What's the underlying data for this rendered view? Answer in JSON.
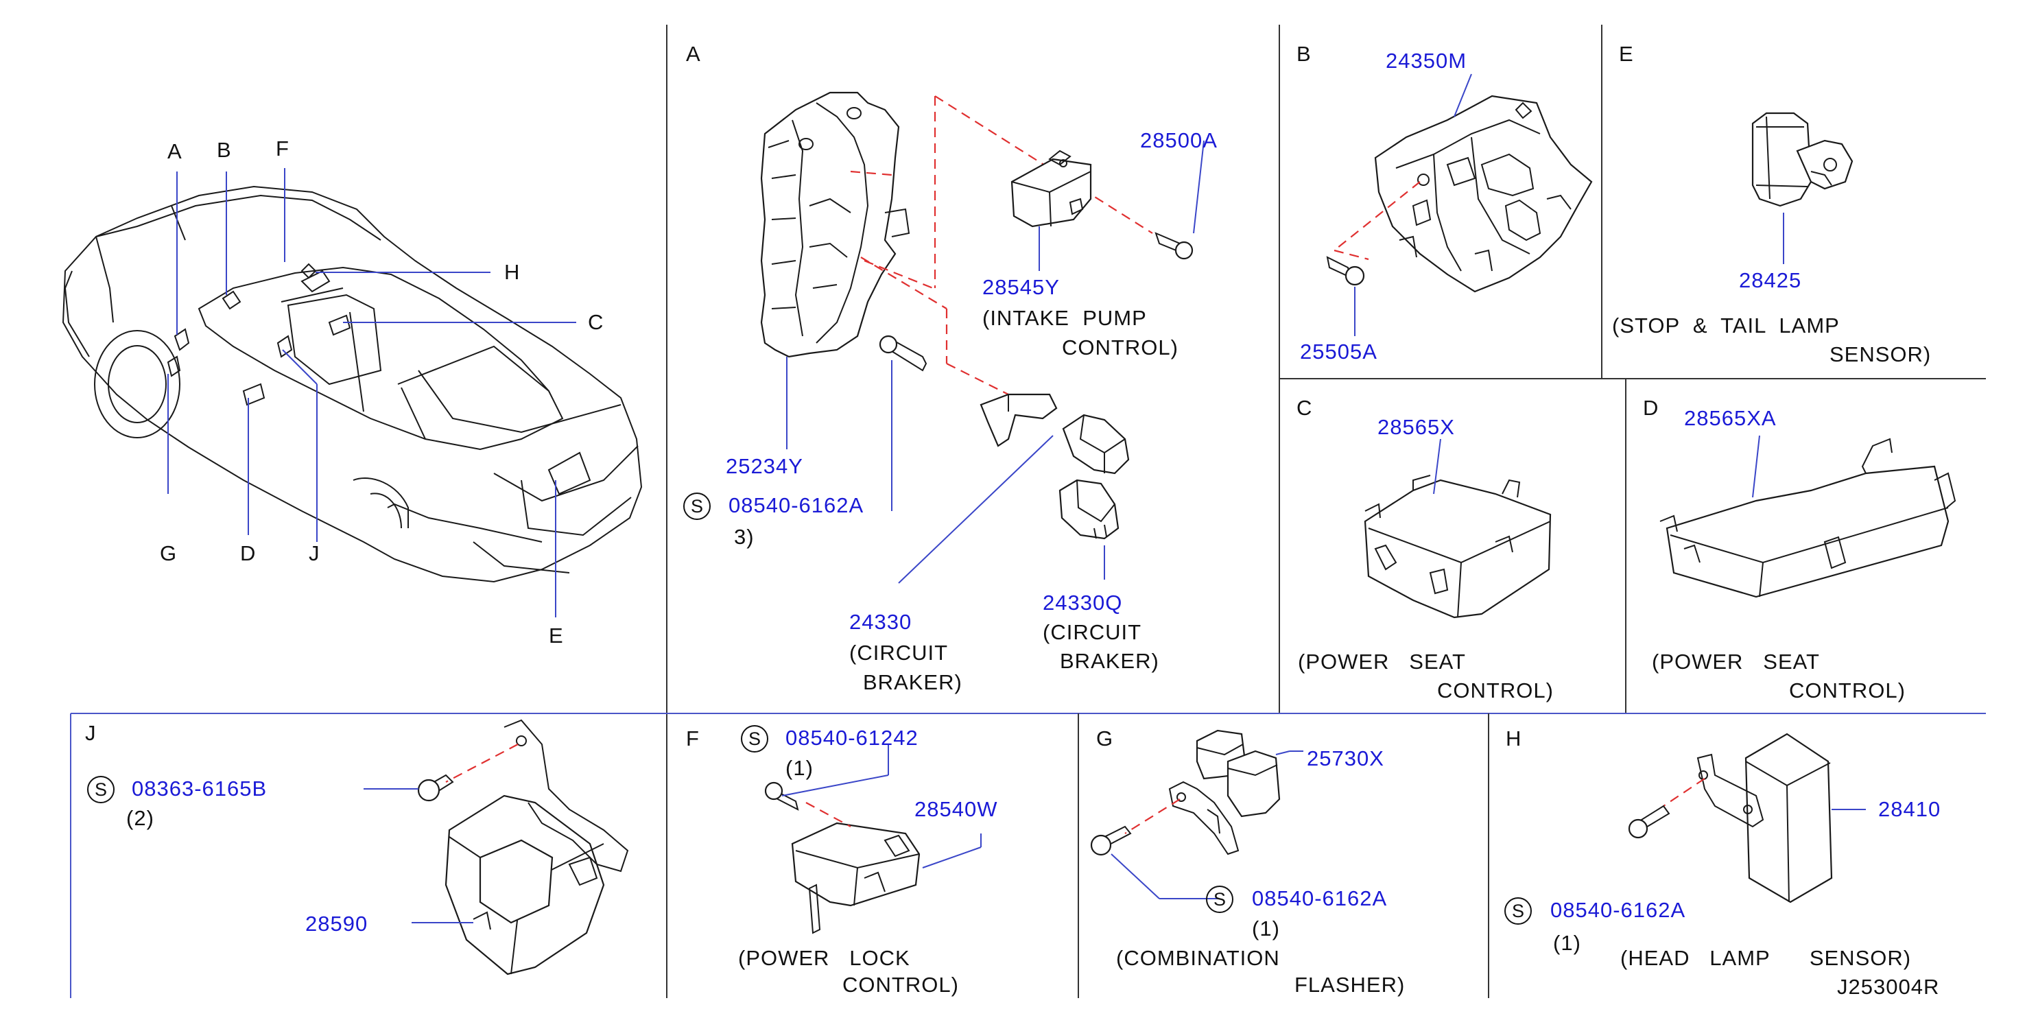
{
  "vehicle_callouts": [
    "A",
    "B",
    "F",
    "H",
    "C",
    "G",
    "D",
    "J",
    "E"
  ],
  "panels": {
    "A": {
      "label": "A",
      "parts": {
        "p25234y": "25234Y",
        "p28500a": "28500A",
        "p28545y": "28545Y",
        "p28545y_desc1": "(INTAKE  PUMP",
        "p28545y_desc2": "CONTROL)",
        "screw_symbol": "S",
        "screw_pn": "08540-6162A",
        "screw_qty": "3)",
        "p24330": "24330",
        "p24330_desc1": "(CIRCUIT",
        "p24330_desc2": "BRAKER)",
        "p24330q": "24330Q",
        "p24330q_desc1": "(CIRCUIT",
        "p24330q_desc2": "BRAKER)"
      }
    },
    "B": {
      "label": "B",
      "parts": {
        "p24350m": "24350M",
        "p25505a": "25505A"
      }
    },
    "E": {
      "label": "E",
      "parts": {
        "p28425": "28425",
        "desc1": "(STOP  &  TAIL  LAMP",
        "desc2": "SENSOR)"
      }
    },
    "C": {
      "label": "C",
      "parts": {
        "p28565x": "28565X",
        "desc1": "(POWER   SEAT",
        "desc2": "CONTROL)"
      }
    },
    "D": {
      "label": "D",
      "parts": {
        "p28565xa": "28565XA",
        "desc1": "(POWER   SEAT",
        "desc2": "CONTROL)"
      }
    },
    "J": {
      "label": "J",
      "parts": {
        "screw_symbol": "S",
        "screw_pn": "08363-6165B",
        "screw_qty": "(2)",
        "p28590": "28590"
      }
    },
    "F": {
      "label": "F",
      "parts": {
        "screw_symbol": "S",
        "screw_pn": "08540-61242",
        "screw_qty": "(1)",
        "p28540w": "28540W",
        "desc1": "(POWER   LOCK",
        "desc2": "CONTROL)"
      }
    },
    "G": {
      "label": "G",
      "parts": {
        "p25730x": "25730X",
        "screw_symbol": "S",
        "screw_pn": "08540-6162A",
        "screw_qty": "(1)",
        "desc1": "(COMBINATION",
        "desc2": "FLASHER)"
      }
    },
    "H": {
      "label": "H",
      "parts": {
        "screw_symbol": "S",
        "screw_pn": "08540-6162A",
        "screw_qty": "(1)",
        "p28410": "28410",
        "desc1": "(HEAD   LAMP      SENSOR)",
        "code": "J253004R"
      }
    }
  },
  "colors": {
    "part_number": "#1a1ad6",
    "leader": "#3a46c8",
    "alignment_dash": "#e03030",
    "line": "#1a1a1a"
  }
}
